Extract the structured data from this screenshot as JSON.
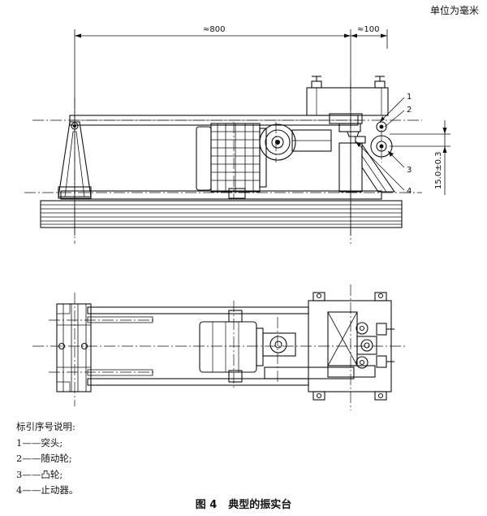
{
  "unit_note": "单位为毫米",
  "dimensions": {
    "length_main": "≈800",
    "length_offset": "≈100",
    "height_tolerance": "15.0±0.3"
  },
  "callouts": [
    "1",
    "2",
    "3",
    "4"
  ],
  "legend": {
    "title": "标引序号说明:",
    "items": [
      "1——突头;",
      "2——随动轮;",
      "3——凸轮;",
      "4——止动器。"
    ]
  },
  "caption": {
    "number": "图 4",
    "title": "典型的振实台"
  }
}
